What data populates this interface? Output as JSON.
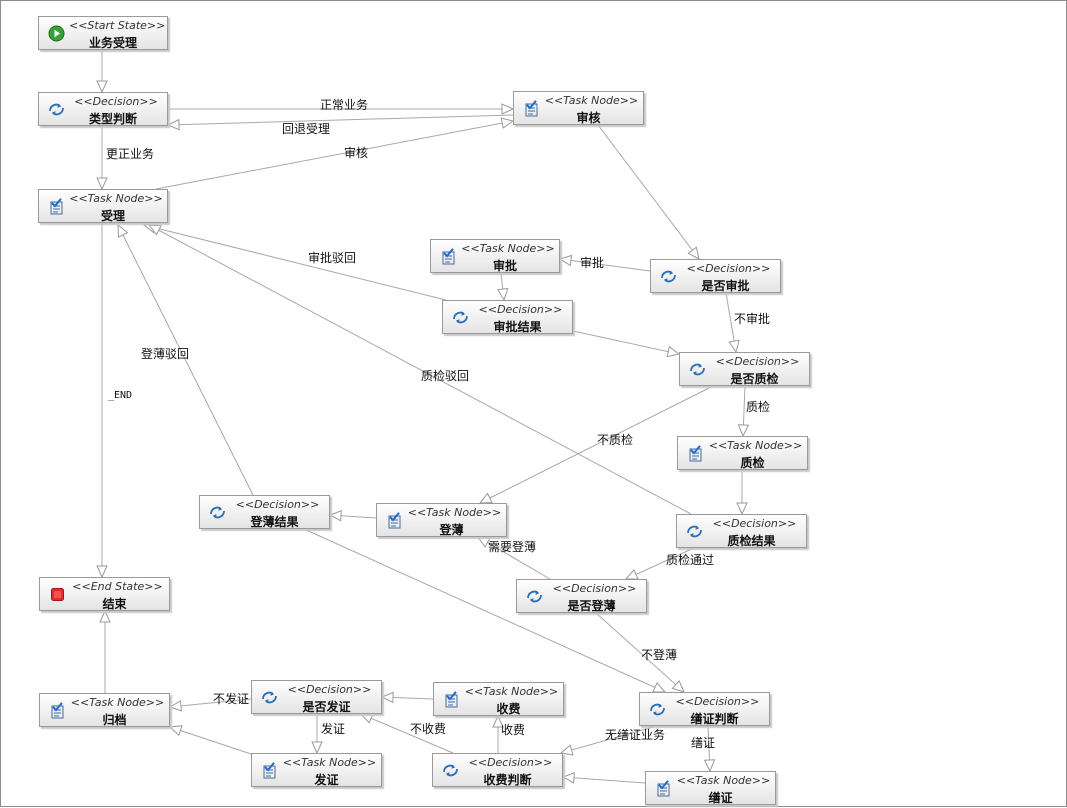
{
  "diagram": {
    "stereotypes": {
      "start": "<<Start State>>",
      "decision": "<<Decision>>",
      "task": "<<Task Node>>",
      "end": "<<End State>>"
    },
    "nodes": [
      {
        "id": "start",
        "kind": "start",
        "name": "业务受理"
      },
      {
        "id": "leixing",
        "kind": "decision",
        "name": "类型判断"
      },
      {
        "id": "shenhe",
        "kind": "task",
        "name": "审核"
      },
      {
        "id": "shouli",
        "kind": "task",
        "name": "受理"
      },
      {
        "id": "shenpi",
        "kind": "task",
        "name": "审批"
      },
      {
        "id": "shifoushenpi",
        "kind": "decision",
        "name": "是否审批"
      },
      {
        "id": "shenpijieguo",
        "kind": "decision",
        "name": "审批结果"
      },
      {
        "id": "shifouzhijian",
        "kind": "decision",
        "name": "是否质检"
      },
      {
        "id": "zhijian",
        "kind": "task",
        "name": "质检"
      },
      {
        "id": "dengbojieguo",
        "kind": "decision",
        "name": "登薄结果"
      },
      {
        "id": "dengbo",
        "kind": "task",
        "name": "登薄"
      },
      {
        "id": "zhijianjieguo",
        "kind": "decision",
        "name": "质检结果"
      },
      {
        "id": "shifoudengbo",
        "kind": "decision",
        "name": "是否登薄"
      },
      {
        "id": "end",
        "kind": "end",
        "name": "结束"
      },
      {
        "id": "guidang",
        "kind": "task",
        "name": "归档"
      },
      {
        "id": "shifoufazheng",
        "kind": "decision",
        "name": "是否发证"
      },
      {
        "id": "shoufei",
        "kind": "task",
        "name": "收费"
      },
      {
        "id": "shanzhengpanduan",
        "kind": "decision",
        "name": "缮证判断"
      },
      {
        "id": "fazheng",
        "kind": "task",
        "name": "发证"
      },
      {
        "id": "shoufeipanduan",
        "kind": "decision",
        "name": "收费判断"
      },
      {
        "id": "shanzheng",
        "kind": "task",
        "name": "缮证"
      }
    ],
    "edges": [
      {
        "id": "e1",
        "from": "start",
        "to": "leixing",
        "label": ""
      },
      {
        "id": "e2",
        "from": "leixing",
        "to": "shenhe",
        "label": "正常业务"
      },
      {
        "id": "e3",
        "from": "leixing",
        "to": "shouli",
        "label": "更正业务"
      },
      {
        "id": "e4",
        "from": "shenhe",
        "to": "leixing",
        "label": "回退受理"
      },
      {
        "id": "e5",
        "from": "shouli",
        "to": "shenhe",
        "label": "审核"
      },
      {
        "id": "e6",
        "from": "shenhe",
        "to": "shifoushenpi",
        "label": ""
      },
      {
        "id": "e7",
        "from": "shifoushenpi",
        "to": "shenpi",
        "label": "审批"
      },
      {
        "id": "e8",
        "from": "shenpi",
        "to": "shenpijieguo",
        "label": ""
      },
      {
        "id": "e9",
        "from": "shenpijieguo",
        "to": "shouli",
        "label": "审批驳回"
      },
      {
        "id": "e10",
        "from": "shenpijieguo",
        "to": "shifouzhijian",
        "label": ""
      },
      {
        "id": "e11",
        "from": "shifoushenpi",
        "to": "shifouzhijian",
        "label": "不审批"
      },
      {
        "id": "e12",
        "from": "shifouzhijian",
        "to": "zhijian",
        "label": "质检"
      },
      {
        "id": "e13",
        "from": "shifouzhijian",
        "to": "dengbo",
        "label": "不质检"
      },
      {
        "id": "e14",
        "from": "zhijian",
        "to": "zhijianjieguo",
        "label": ""
      },
      {
        "id": "e15",
        "from": "zhijianjieguo",
        "to": "shouli",
        "label": "质检驳回"
      },
      {
        "id": "e16",
        "from": "zhijianjieguo",
        "to": "shifoudengbo",
        "label": "质检通过"
      },
      {
        "id": "e17",
        "from": "shifoudengbo",
        "to": "dengbo",
        "label": "需要登薄"
      },
      {
        "id": "e18",
        "from": "shifoudengbo",
        "to": "shanzhengpanduan",
        "label": "不登薄"
      },
      {
        "id": "e19",
        "from": "dengbo",
        "to": "dengbojieguo",
        "label": ""
      },
      {
        "id": "e20",
        "from": "dengbojieguo",
        "to": "shouli",
        "label": "登薄驳回"
      },
      {
        "id": "e21",
        "from": "dengbojieguo",
        "to": "shanzhengpanduan",
        "label": ""
      },
      {
        "id": "e22",
        "from": "shouli",
        "to": "end",
        "label": "_END"
      },
      {
        "id": "e23",
        "from": "shanzhengpanduan",
        "to": "shanzheng",
        "label": "缮证"
      },
      {
        "id": "e24",
        "from": "shanzhengpanduan",
        "to": "shoufeipanduan",
        "label": "无缮证业务"
      },
      {
        "id": "e25",
        "from": "shanzheng",
        "to": "shoufeipanduan",
        "label": ""
      },
      {
        "id": "e26",
        "from": "shoufeipanduan",
        "to": "shoufei",
        "label": "收费"
      },
      {
        "id": "e27",
        "from": "shoufeipanduan",
        "to": "shifoufazheng",
        "label": "不收费"
      },
      {
        "id": "e28",
        "from": "shoufei",
        "to": "shifoufazheng",
        "label": ""
      },
      {
        "id": "e29",
        "from": "shifoufazheng",
        "to": "guidang",
        "label": "不发证"
      },
      {
        "id": "e30",
        "from": "shifoufazheng",
        "to": "fazheng",
        "label": "发证"
      },
      {
        "id": "e31",
        "from": "fazheng",
        "to": "guidang",
        "label": ""
      },
      {
        "id": "e32",
        "from": "guidang",
        "to": "end",
        "label": ""
      }
    ]
  }
}
